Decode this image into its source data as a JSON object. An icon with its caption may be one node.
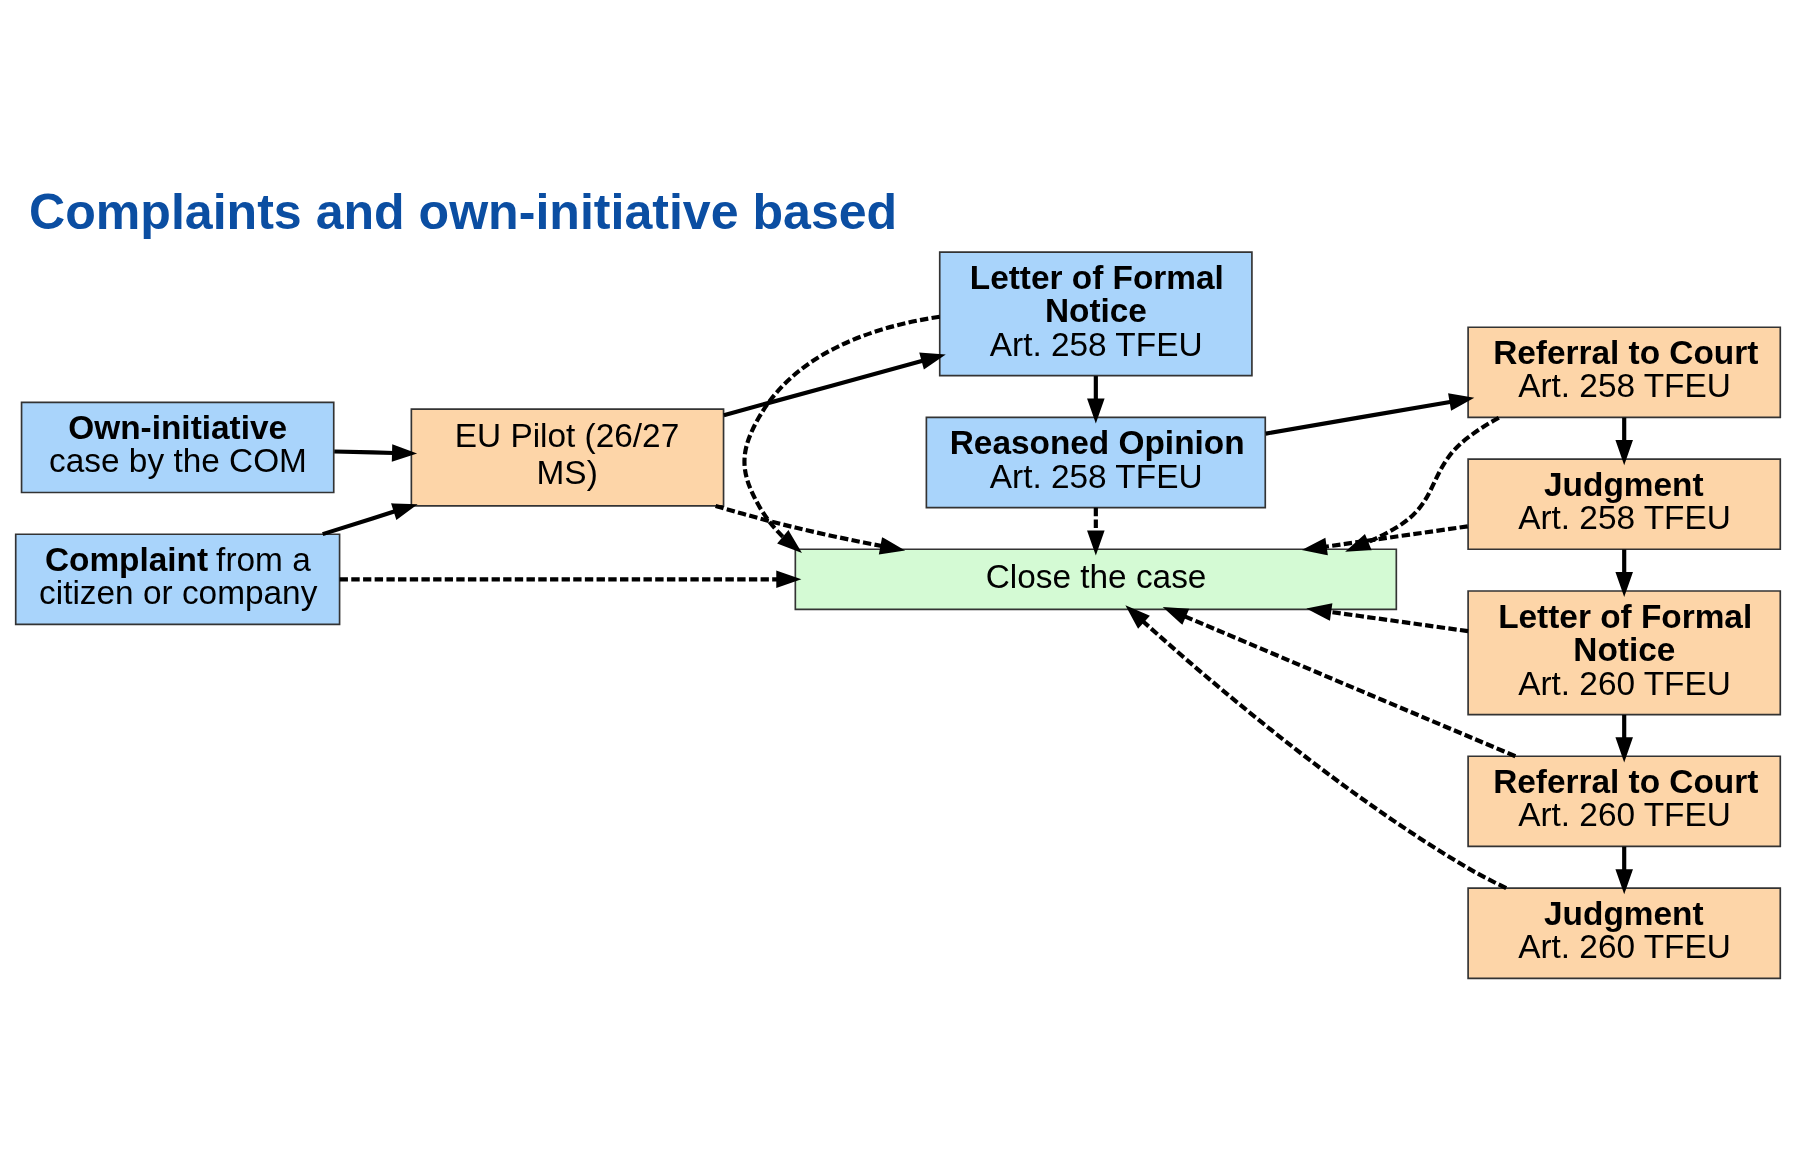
{
  "diagram": {
    "title": "Complaints and own-initiative based",
    "nodes": [
      {
        "text": [
          "Own-initiative",
          "case by the COM"
        ]
      },
      {
        "text": [
          "**Complaint** from a citizen or company"
        ]
      },
      {
        "text": [
          "EU Pilot (26/27 MS)"
        ]
      },
      {
        "text": [
          "Letter of Formal Notice",
          "Art. 258 TFEU"
        ]
      },
      {
        "text": [
          "Reasoned Opinion",
          "Art. 258 TFEU"
        ]
      },
      {
        "text": [
          "Close the case"
        ]
      },
      {
        "text": [
          "Referral to Court",
          "Art. 258 TFEU"
        ]
      },
      {
        "text": [
          "Judgment",
          "Art. 258 TFEU"
        ]
      },
      {
        "text": [
          "Letter of Formal Notice",
          "Art. 260 TFEU"
        ]
      },
      {
        "text": [
          "Referral to Court",
          "Art. 260 TFEU"
        ]
      },
      {
        "text": [
          "Judgment",
          "Art. 260 TFEU"
        ]
      }
    ],
    "edges": [
      {
        "from": 0,
        "to": 2,
        "arrow": "to"
      },
      {
        "from": 1,
        "to": 2,
        "arrow": "to"
      },
      {
        "from": 2,
        "to": 3,
        "arrow": "to"
      },
      {
        "from": 3,
        "to": 4,
        "arrow": "to"
      },
      {
        "from": 4,
        "to": 6,
        "arrow": "to"
      },
      {
        "from": 6,
        "to": 7,
        "arrow": "to"
      },
      {
        "from": 7,
        "to": 8,
        "arrow": "to"
      },
      {
        "from": 8,
        "to": 9,
        "arrow": "to"
      },
      {
        "from": 9,
        "to": 10,
        "arrow": "to"
      },
      {
        "from": 1,
        "to": 5,
        "arrow": "to",
        "style": "dashed"
      },
      {
        "from": 2,
        "to": 5,
        "arrow": "to",
        "style": "dashed"
      },
      {
        "from": 3,
        "to": 5,
        "arrow": "to",
        "style": "dashed"
      },
      {
        "from": 4,
        "to": 5,
        "arrow": "to",
        "style": "dashed"
      },
      {
        "from": 6,
        "to": 5,
        "arrow": "to",
        "style": "dashed"
      },
      {
        "from": 7,
        "to": 5,
        "arrow": "to",
        "style": "dashed"
      },
      {
        "from": 8,
        "to": 5,
        "arrow": "to",
        "style": "dashed"
      },
      {
        "from": 9,
        "to": 5,
        "arrow": "to",
        "style": "dashed"
      },
      {
        "from": 10,
        "to": 5,
        "arrow": "to",
        "style": "dashed"
      }
    ]
  }
}
